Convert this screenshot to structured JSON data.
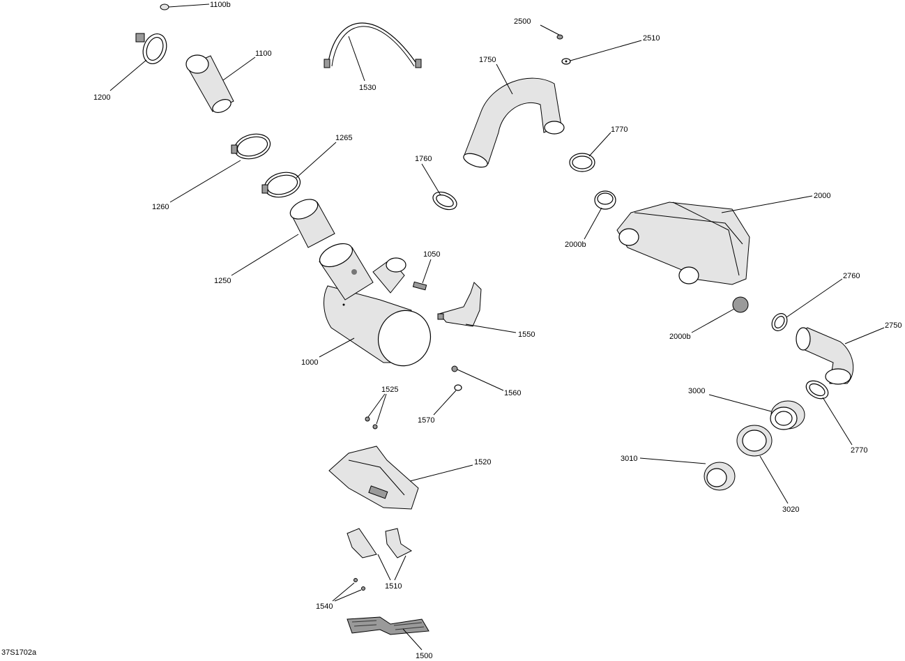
{
  "diagram": {
    "reference": "37S1702a",
    "labels": {
      "p1100b": "1100b",
      "p1100": "1100",
      "p1200": "1200",
      "p1530": "1530",
      "p2500": "2500",
      "p2510": "2510",
      "p1750": "1750",
      "p1770": "1770",
      "p1265": "1265",
      "p1260": "1260",
      "p1760": "1760",
      "p2000": "2000",
      "p2000b_top": "2000b",
      "p1250": "1250",
      "p1050": "1050",
      "p1550": "1550",
      "p2760": "2760",
      "p2000b_bottom": "2000b",
      "p2750": "2750",
      "p1000": "1000",
      "p1525": "1525",
      "p1560": "1560",
      "p1570": "1570",
      "p3000": "3000",
      "p2770": "2770",
      "p1520": "1520",
      "p3010": "3010",
      "p3020": "3020",
      "p1510": "1510",
      "p1540": "1540",
      "p1500": "1500"
    }
  }
}
